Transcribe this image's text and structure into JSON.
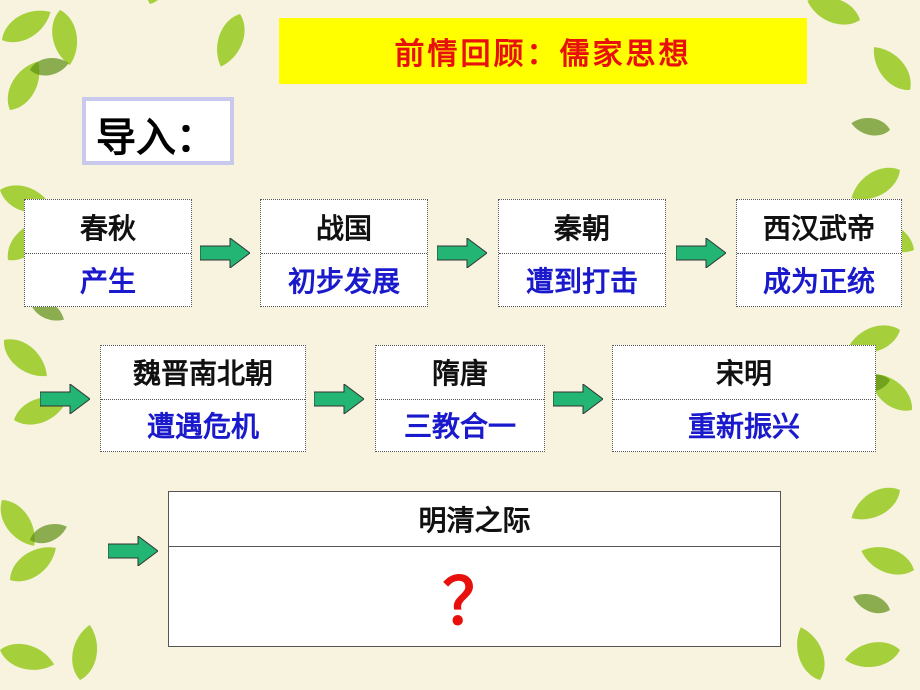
{
  "title": "前情回顾：儒家思想",
  "intro_label": "导入：",
  "stages_row1": [
    {
      "era": "春秋",
      "status": "产生"
    },
    {
      "era": "战国",
      "status": "初步发展"
    },
    {
      "era": "秦朝",
      "status": "遭到打击"
    },
    {
      "era": "西汉武帝",
      "status": "成为正统"
    }
  ],
  "stages_row2": [
    {
      "era": "魏晋南北朝",
      "status": "遭遇危机"
    },
    {
      "era": "隋唐",
      "status": "三教合一"
    },
    {
      "era": "宋明",
      "status": "重新振兴"
    }
  ],
  "final_stage": {
    "era": "明清之际",
    "status": "？"
  },
  "colors": {
    "banner": "#ffff00",
    "title_text": "#e8100c",
    "status_text": "#1a1acc",
    "arrow_fill": "#22b573",
    "leaf_green": "#9ccb2a"
  },
  "icons": {
    "arrow": "right-arrow-icon"
  }
}
